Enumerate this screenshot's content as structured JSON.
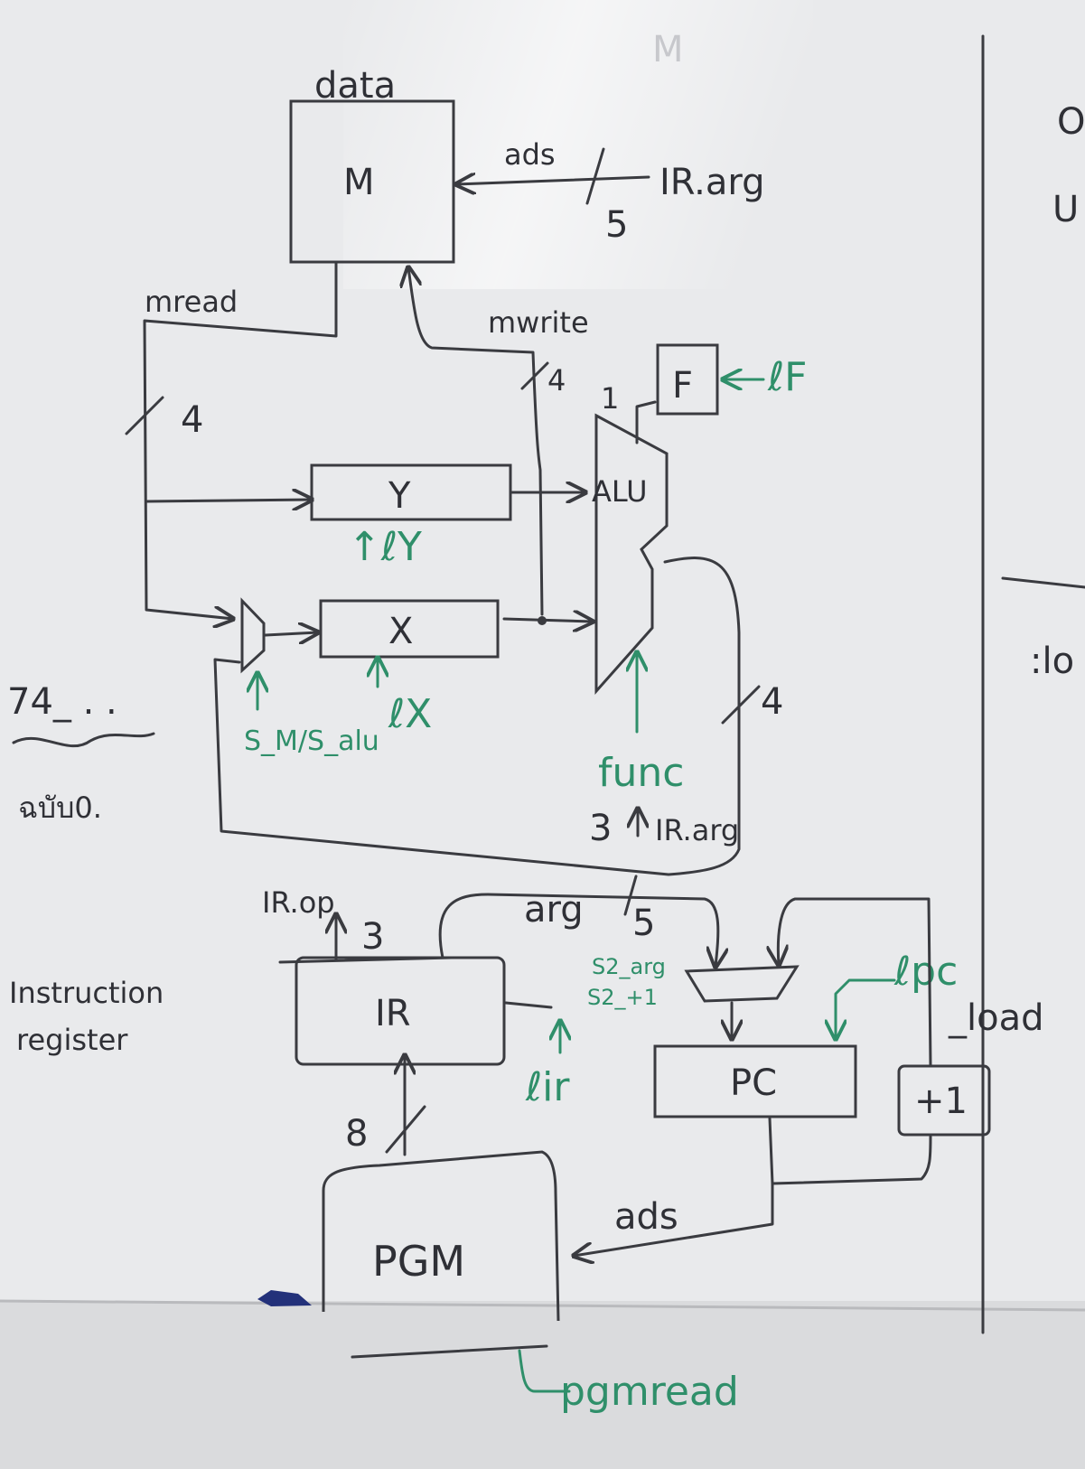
{
  "whiteboard": {
    "memory": {
      "top_label": "data",
      "name": "M",
      "address_label": "ads",
      "address_bus_width": "5",
      "address_source": "IR.arg",
      "read_label": "mread",
      "write_label": "mwrite"
    },
    "bus_widths": {
      "mread_bus": "4",
      "mwrite_bus": "4",
      "flag_bus": "1",
      "alu_out_bus": "4",
      "func_bus": "3",
      "arg_bus": "5",
      "ir_op_bus": "3",
      "pgm_bus": "8"
    },
    "flag_register": {
      "name": "F",
      "load_signal": "ℓF"
    },
    "registers": {
      "y": {
        "name": "Y",
        "load_signal": "↑ℓY"
      },
      "x": {
        "name": "X",
        "load_signal": "ℓX"
      }
    },
    "alu": {
      "name": "ALU",
      "func_label": "func",
      "func_source": "IR.arg"
    },
    "x_mux": {
      "select_signal": "S_M/S_alu"
    },
    "side_notes": {
      "left_number": "74_ . .",
      "left_thai": "ฉบับ0.",
      "right_top_1": "O",
      "right_top_2": "U",
      "right_mid": ":lo",
      "faint_top": "M"
    },
    "instruction_register": {
      "name": "IR",
      "side_label_line1": "Instruction",
      "side_label_line2": "register",
      "op_label": "IR.op",
      "load_signal": "ℓir",
      "arg_label": "arg"
    },
    "pc_mux": {
      "select_line1": "S2_arg",
      "select_line2": "S2_+1"
    },
    "pc": {
      "name": "PC",
      "load_signal": "ℓpc",
      "load_suffix": "_load"
    },
    "incrementer": {
      "name": "+1"
    },
    "program_memory": {
      "name": "PGM",
      "address_label": "ads",
      "read_signal": "pgmread"
    },
    "colors": {
      "ink": "#3a3b40",
      "green_marker": "#2f8f6a",
      "board": "#e9eaec"
    }
  }
}
